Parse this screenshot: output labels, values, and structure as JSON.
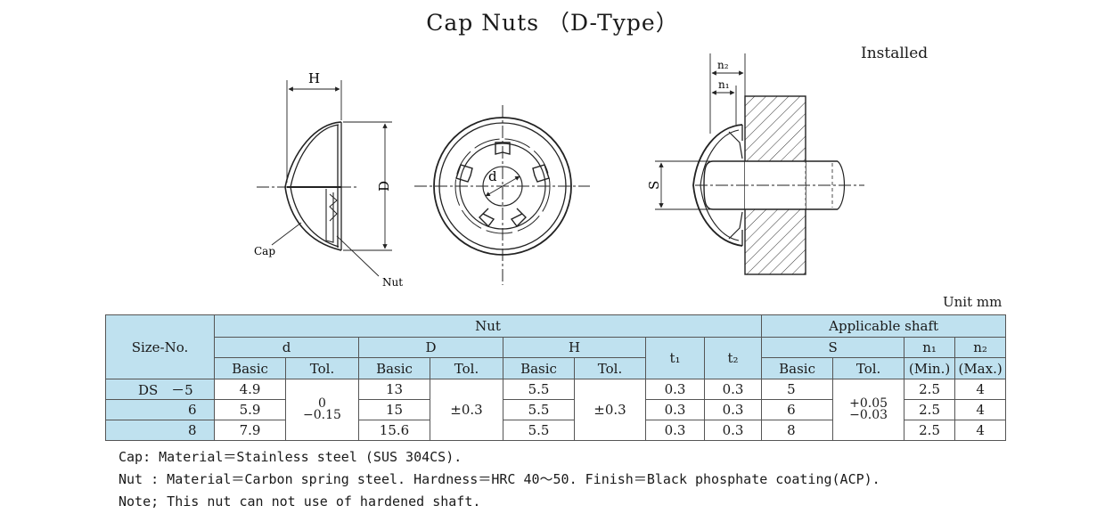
{
  "title": "Cap Nuts （D-Type）",
  "installed_label": "Installed",
  "unit_label": "Unit mm",
  "drawing_labels": {
    "H": "H",
    "D": "D",
    "Cap": "Cap",
    "Nut": "Nut",
    "d": "d",
    "S": "S",
    "n1": "n₁",
    "n2": "n₂"
  },
  "table": {
    "size_header": "Size-No.",
    "nut_header": "Nut",
    "shaft_header": "Applicable shaft",
    "col_d": "d",
    "col_D": "D",
    "col_H": "H",
    "col_t1": "t₁",
    "col_t2": "t₂",
    "col_S": "S",
    "col_n1": "n₁",
    "col_n2": "n₂",
    "basic": "Basic",
    "tol": "Tol.",
    "n1_sub": "(Min.)",
    "n2_sub": "(Max.)",
    "tol_d_top": "0",
    "tol_d_bottom": "−0.15",
    "tol_D": "±0.3",
    "tol_H": "±0.3",
    "tol_S_top": "+0.05",
    "tol_S_bottom": "−0.03",
    "rows": [
      {
        "size_prefix": "DS",
        "size": "－5",
        "d": "4.9",
        "D": "13",
        "H": "5.5",
        "t1": "0.3",
        "t2": "0.3",
        "S": "5",
        "n1": "2.5",
        "n2": "4"
      },
      {
        "size_prefix": "",
        "size": "6",
        "d": "5.9",
        "D": "15",
        "H": "5.5",
        "t1": "0.3",
        "t2": "0.3",
        "S": "6",
        "n1": "2.5",
        "n2": "4"
      },
      {
        "size_prefix": "",
        "size": "8",
        "d": "7.9",
        "D": "15.6",
        "H": "5.5",
        "t1": "0.3",
        "t2": "0.3",
        "S": "8",
        "n1": "2.5",
        "n2": "4"
      }
    ]
  },
  "notes": [
    "Cap: Material＝Stainless steel (SUS 304CS).",
    "Nut : Material＝Carbon spring steel. Hardness＝HRC 40～50. Finish＝Black phosphate coating(ACP).",
    "Note; This nut can not use of hardened shaft."
  ]
}
